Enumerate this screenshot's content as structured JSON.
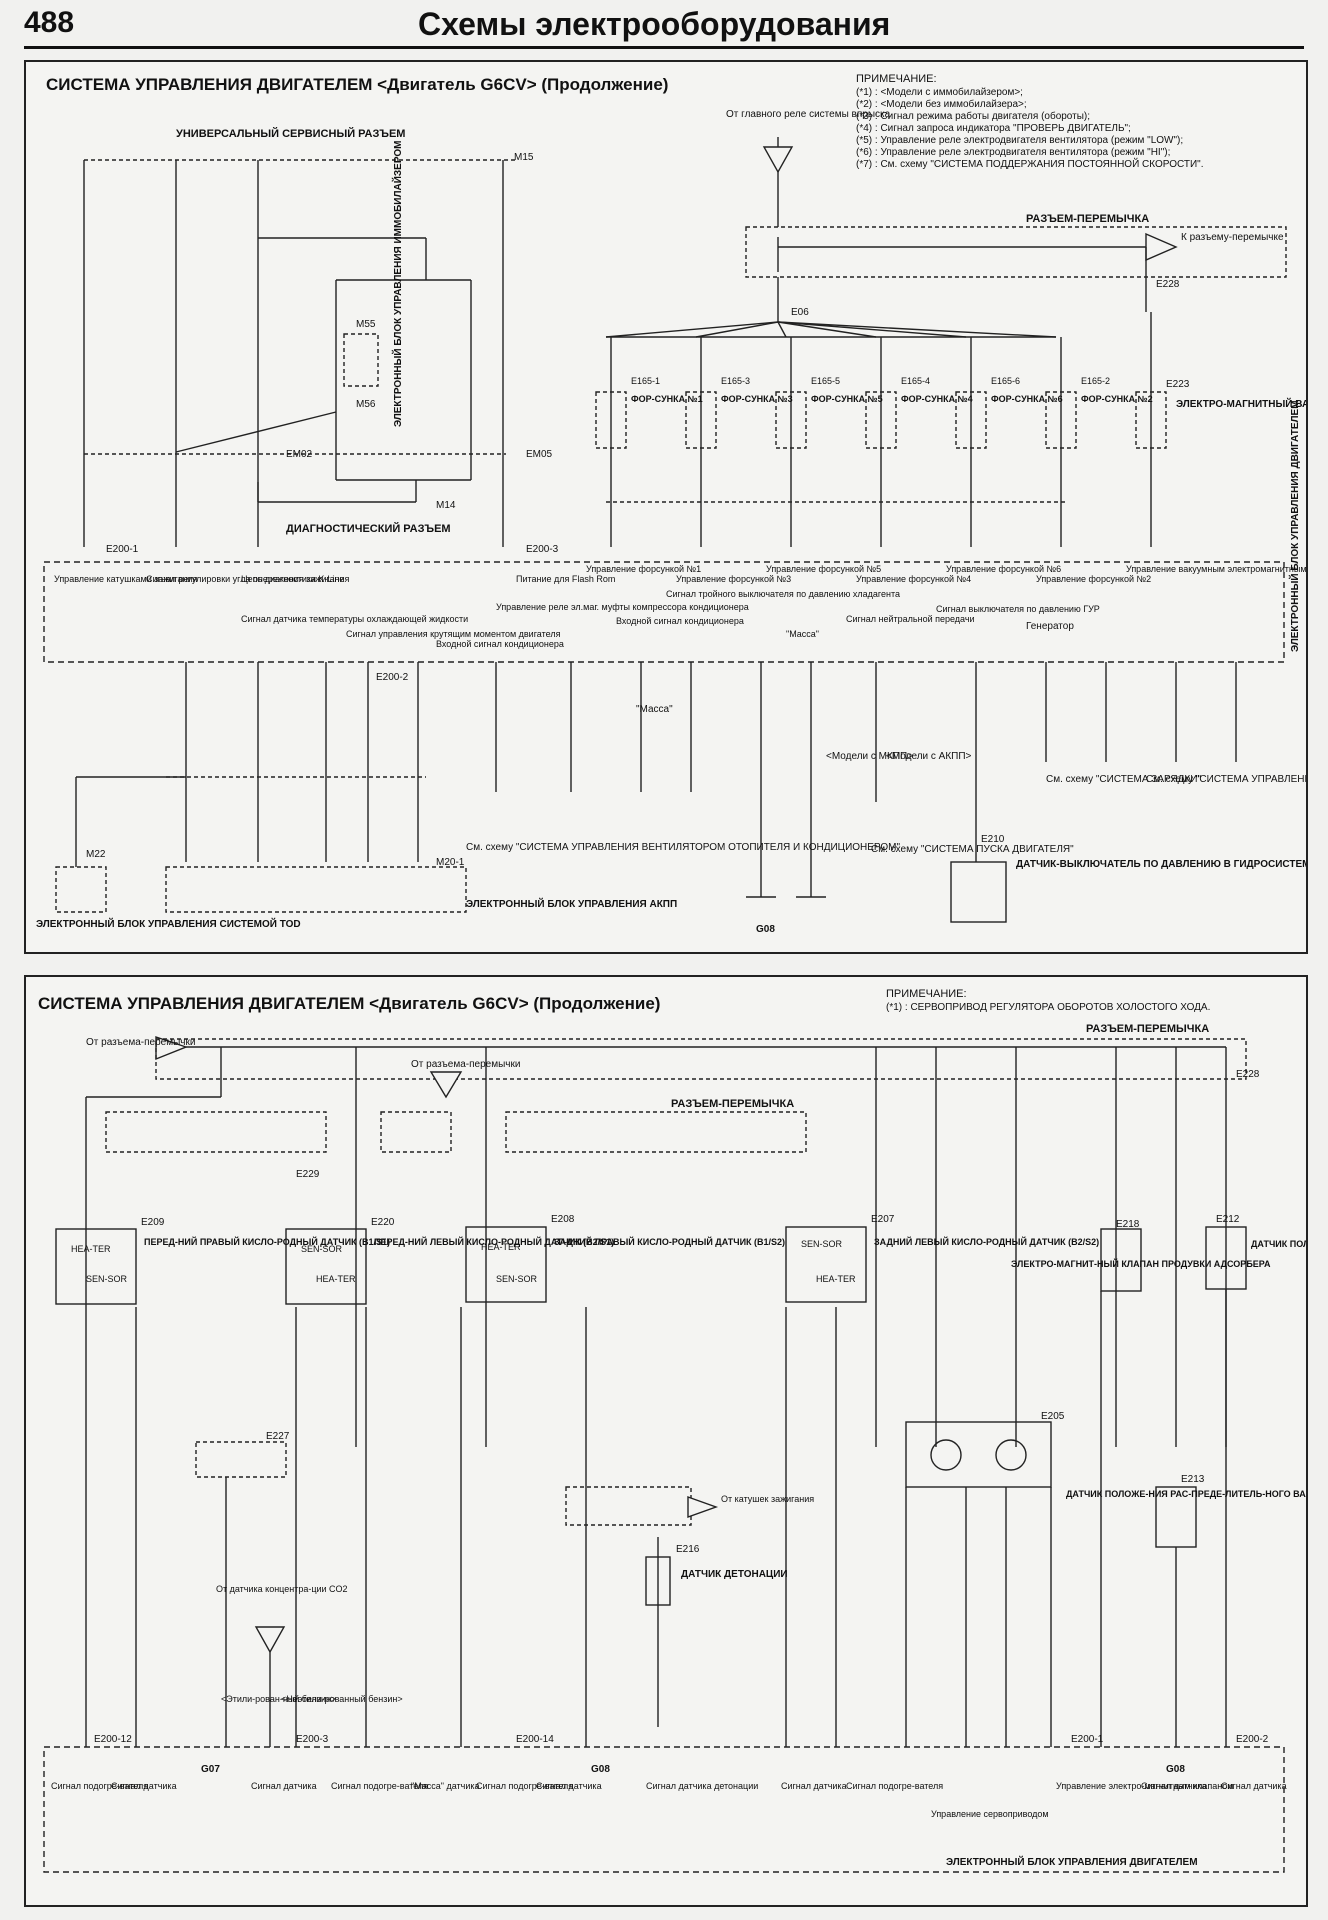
{
  "header": {
    "page_number": "488",
    "title": "Схемы электрооборудования"
  },
  "top": {
    "title": "СИСТЕМА УПРАВЛЕНИЯ ДВИГАТЕЛЕМ <Двигатель G6CV> (Продолжение)",
    "note_title": "ПРИМЕЧАНИЕ:",
    "notes": [
      "(*1) : <Модели с иммобилайзером>;",
      "(*2) : <Модели без иммобилайзера>;",
      "(*3) : Сигнал режима работы двигателя (обороты);",
      "(*4) : Сигнал запроса индикатора \"ПРОВЕРЬ ДВИГАТЕЛЬ\";",
      "(*5) : Управление реле электродвигателя вентилятора (режим \"LOW\");",
      "(*6) : Управление реле электродвигателя вентилятора (режим \"HI\");",
      "(*7) : См. схему \"СИСТЕМА ПОДДЕРЖАНИЯ ПОСТОЯННОЙ СКОРОСТИ\"."
    ],
    "labels": {
      "service_connector": "УНИВЕРСАЛЬНЫЙ СЕРВИСНЫЙ РАЗЪЕМ",
      "main_relay": "От главного реле системы впрыска",
      "jumper": "РАЗЪЕМ-ПЕРЕМЫЧКА",
      "to_jumper": "К разъему-перемычке",
      "immo_unit": "ЭЛЕКТРОННЫЙ БЛОК УПРАВЛЕНИЯ ИММОБИЛАЙЗЕРОМ",
      "diag_connector": "ДИАГНОСТИЧЕСКИЙ РАЗЪЕМ",
      "ecu": "ЭЛЕКТРОННЫЙ БЛОК УПРАВЛЕНИЯ ДВИГАТЕЛЕМ",
      "vacuum_valve": "ЭЛЕКТРО-МАГНИТНЫЙ ВАКУУМНЫЙ КЛАПАН",
      "tod_unit": "ЭЛЕКТРОННЫЙ БЛОК УПРАВЛЕНИЯ СИСТЕМОЙ TOD",
      "akpp_unit": "ЭЛЕКТРОННЫЙ БЛОК УПРАВЛЕНИЯ АКПП",
      "hvac_ref": "См. схему \"СИСТЕМА УПРАВЛЕНИЯ ВЕНТИЛЯТОРОМ ОТОПИТЕЛЯ И КОНДИЦИОНЕРОМ\"",
      "start_ref": "См. схему \"СИСТЕМА ПУСКА ДВИГАТЕЛЯ\"",
      "charge_ref": "См. схему \"СИСТЕМА ЗАРЯДКИ\"",
      "fan_ref": "См. схему \"СИСТЕМА УПРАВЛЕНИЯ ЭЛЕКТРОВЕНТИЛЯ-ТОРАМИ\"",
      "ps_switch": "ДАТЧИК-ВЫКЛЮЧАТЕЛЬ ПО ДАВЛЕНИЮ В ГИДРОСИСТЕМЕ УСИЛИТЕЛЯ РУЛЕВОГО УПРАВЛЕНИЯ",
      "generator": "Генератор",
      "mkpp": "<Модели с МКПП>",
      "akpp": "<Модели с АКПП>",
      "mass": "\"Масса\"",
      "ground": "G08"
    },
    "injectors": [
      {
        "label": "ФОР-СУНКА №1",
        "conn": "E165-1"
      },
      {
        "label": "ФОР-СУНКА №3",
        "conn": "E165-3"
      },
      {
        "label": "ФОР-СУНКА №5",
        "conn": "E165-5"
      },
      {
        "label": "ФОР-СУНКА №4",
        "conn": "E165-4"
      },
      {
        "label": "ФОР-СУНКА №6",
        "conn": "E165-6"
      },
      {
        "label": "ФОР-СУНКА №2",
        "conn": "E165-2"
      }
    ],
    "ecu_functions": [
      "Управление катушками зажигания",
      "Сигнал регулировки угла опережения зажигания",
      "Цепь диагностики K-Line",
      "Питание для Flash Rom",
      "Управление форсункой №1",
      "Управление форсункой №3",
      "Управление форсункой №5",
      "Управление форсункой №4",
      "Управление форсункой №6",
      "Управление форсункой №2",
      "Управление вакуумным электромагнитным клапаном"
    ],
    "ecu_functions_lower": [
      "Сигнал датчика температуры охлаждающей жидкости",
      "Сигнал управления крутящим моментом двигателя",
      "Входной сигнал кондиционера",
      "Управление реле эл.маг. муфты компрессора кондиционера",
      "Входной сигнал кондиционера",
      "Сигнал тройного выключателя по давлению хладагента",
      "\"Масса\"",
      "Сигнал нейтральной передачи",
      "Сигнал выключателя по давлению ГУР"
    ],
    "connectors": [
      "M15",
      "E228",
      "E06",
      "E223",
      "E200-1",
      "E200-3",
      "E200-2",
      "EM02",
      "EM05",
      "M14",
      "M55",
      "M56",
      "M22",
      "M20-1",
      "E210"
    ]
  },
  "bottom": {
    "title": "СИСТЕМА УПРАВЛЕНИЯ ДВИГАТЕЛЕМ <Двигатель G6CV> (Продолжение)",
    "note_title": "ПРИМЕЧАНИЕ:",
    "notes": [
      "(*1) : СЕРВОПРИВОД РЕГУЛЯТОРА ОБОРОТОВ ХОЛОСТОГО ХОДА."
    ],
    "labels": {
      "jumper": "РАЗЪЕМ-ПЕРЕМЫЧКА",
      "from_jumper": "От разъема-перемычки",
      "from_jumper2": "От разъема-перемычки",
      "o2_b1s1": "ПЕРЕД-НИЙ ПРАВЫЙ КИСЛО-РОДНЫЙ ДАТЧИК (B1/S1)",
      "o2_b2s1": "ПЕРЕД-НИЙ ЛЕВЫЙ КИСЛО-РОДНЫЙ ДАТЧИК (B2/S1)",
      "o2_b1s2": "ЗАДНИЙ ПРАВЫЙ КИСЛО-РОДНЫЙ ДАТЧИК (B1/S2)",
      "o2_b2s2": "ЗАДНИЙ ЛЕВЫЙ КИСЛО-РОДНЫЙ ДАТЧИК (B2/S2)",
      "purge_valve": "ЭЛЕКТРО-МАГНИТ-НЫЙ КЛАПАН ПРОДУВКИ АДСОРБЕРА",
      "crank_sensor": "ДАТЧИК ПОЛО-ЖЕНИЯ КОЛЕН-ЧАТОГО ВАЛА",
      "cam_sensor": "ДАТЧИК ПОЛОЖЕ-НИЯ РАС-ПРЕДЕ-ЛИТЕЛЬ-НОГО ВАЛА",
      "knock_sensor": "ДАТЧИК ДЕТОНАЦИИ",
      "from_coil": "От катушек зажигания",
      "co2": "От датчика концентра-ции CO2",
      "leaded": "<Этили-рован-ный бензин>",
      "unleaded": "<Неэтили-рованный бензин>",
      "ecu": "ЭЛЕКТРОННЫЙ БЛОК УПРАВЛЕНИЯ ДВИГАТЕЛЕМ",
      "heater": "HEA-TER",
      "sensor": "SEN-SOR",
      "ground1": "G07",
      "ground2": "G08",
      "ground3": "G08"
    },
    "ecu_signals": [
      "Сигнал подогре-вателя",
      "Сигнал датчика",
      "Сигнал датчика",
      "Сигнал подогре-вателя",
      "\"Масса\" датчика",
      "Сигнал подогре-вателя",
      "Сигнал датчика",
      "Сигнал датчика детонации",
      "Сигнал датчика",
      "Сигнал подогре-вателя",
      "Управление сервоприводом",
      "Управление электро-магнитным клапаном",
      "Сигнал датчика",
      "Сигнал датчика"
    ],
    "connectors": [
      "E228",
      "E229",
      "E209",
      "E220",
      "E208",
      "E207",
      "E218",
      "E212",
      "E227",
      "E205",
      "E216",
      "E213",
      "E200-1",
      "E200-2",
      "E200-3",
      "E200-12",
      "E200-14"
    ]
  }
}
